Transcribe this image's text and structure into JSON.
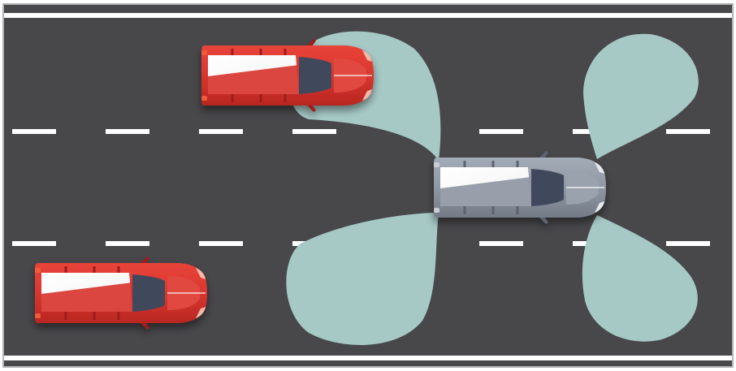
{
  "scene": {
    "colors": {
      "frame": "#9a9a9a",
      "road": "#48474a",
      "lane_marking": "#ffffff",
      "sensor_zone": "#a6c9c6",
      "car_red": "#d8362f",
      "car_red_dark": "#9e1f1b",
      "car_silver": "#8f97a3",
      "car_silver_dark": "#5c636e",
      "glass": "#3f4a5c",
      "headlight": "#f3b8a8"
    },
    "vehicles": [
      {
        "name": "red-car-top",
        "color": "red"
      },
      {
        "name": "ego-car",
        "color": "silver"
      },
      {
        "name": "red-car-bottom",
        "color": "red"
      }
    ],
    "zones": [
      "front-left",
      "rear-left",
      "front-right",
      "rear-right"
    ]
  }
}
